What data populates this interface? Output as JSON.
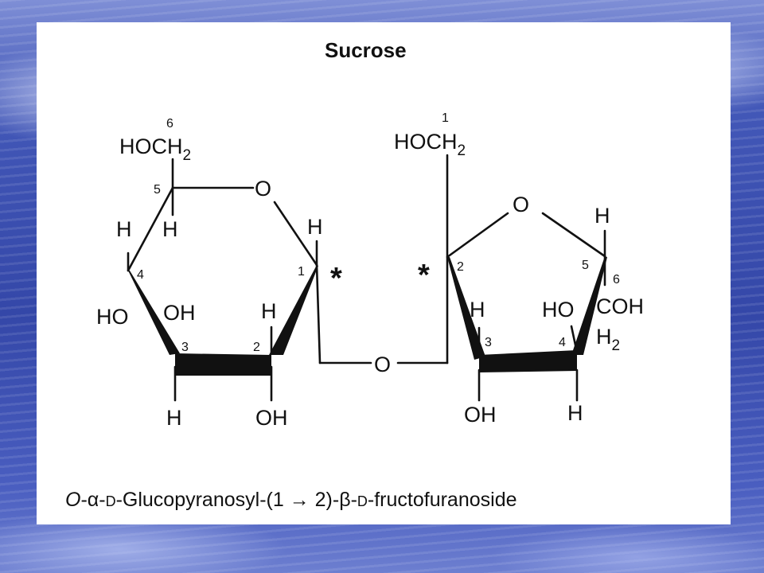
{
  "title": "Sucrose",
  "glucose": {
    "c6_label": "6",
    "c6_group": "HOCH",
    "c6_group_sub": "2",
    "ring_oxygen": "O",
    "c5_label": "5",
    "c4_label": "4",
    "c3_label": "3",
    "c2_label": "2",
    "c1_label": "1",
    "h_c5": "H",
    "h_c4_top": "H",
    "h_c1": "H",
    "ho_c4": "HO",
    "oh_c3": "OH",
    "h_c2": "H",
    "h_c3_bottom": "H",
    "oh_c2_bottom": "OH"
  },
  "anomeric_marker_left": "*",
  "anomeric_marker_right": "*",
  "glycosidic_oxygen": "O",
  "fructose": {
    "c1_label": "1",
    "c1_group": "HOCH",
    "c1_group_sub": "2",
    "ring_oxygen": "O",
    "h_c5": "H",
    "c2_label": "2",
    "c5_label": "5",
    "c6_label": "6",
    "h_c3": "H",
    "ho_c4": "HO",
    "c6_group": "COH",
    "c6_h2": "H",
    "c6_h2_sub": "2",
    "c3_label": "3",
    "c4_label": "4",
    "oh_c3_bottom": "OH",
    "h_c4_bottom": "H"
  },
  "caption": {
    "prefix_o": "O",
    "alpha": "-α-",
    "d1": "D",
    "middle": "-Glucopyranosyl-(1 → 2)-β-",
    "d2": "D",
    "suffix": "-fructofuranoside"
  }
}
